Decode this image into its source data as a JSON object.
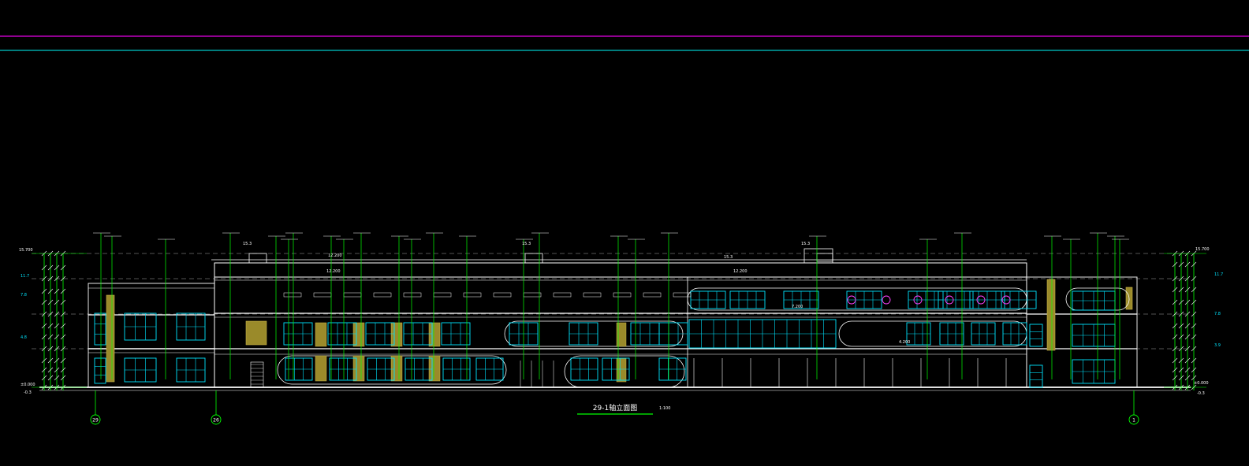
{
  "drawing": {
    "title": "29-1轴立面图",
    "scale": "1:100"
  },
  "colors": {
    "background": "#000000",
    "magenta_line": "#c000c0",
    "cyan_line": "#00c8c8",
    "outline": "#ffffff",
    "window": "#00e5ff",
    "leader": "#00ff00",
    "panel": "#9a8a2a",
    "circle_mark": "#ff40ff"
  },
  "axes": {
    "left1": "29",
    "left2": "26",
    "right": "1"
  },
  "elevations": {
    "left_top": "15.700",
    "right_top": "15.700",
    "left_ground": "±0.000",
    "right_ground": "±0.000",
    "left_below": "-0.3",
    "right_below": "-0.3",
    "roof_1": "15.3",
    "roof_2": "15.3",
    "roof_3": "15.3",
    "roof_4": "15.3",
    "parapet_mid": "12.200",
    "parapet_right": "12.200",
    "mid_1": "12.200",
    "floor3_mark": "7.200",
    "floor2_mark": "4.200"
  },
  "side_labels_left": [
    "11.7",
    "7.8",
    "4.8"
  ],
  "side_labels_right": [
    "11.7",
    "7.8",
    "3.9"
  ]
}
